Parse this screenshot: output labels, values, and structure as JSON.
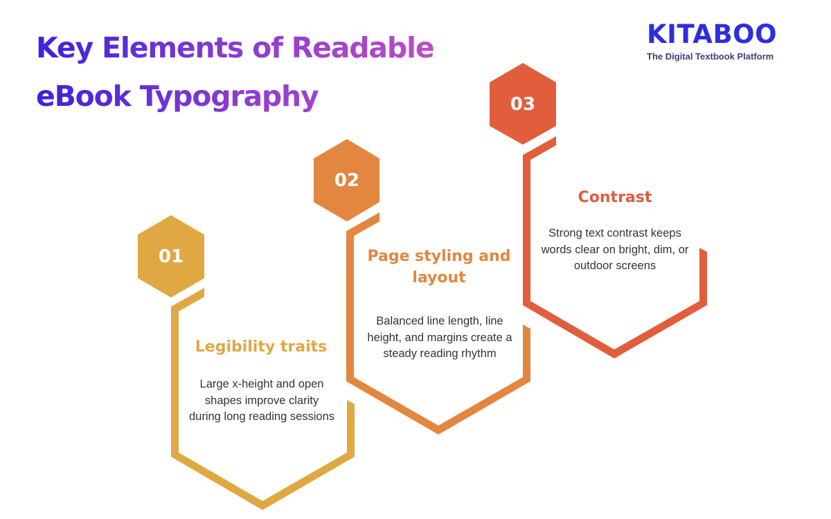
{
  "title": {
    "line1": "Key Elements of Readable",
    "line2": "eBook Typography",
    "gradient": [
      "#3a22e0",
      "#c850c8"
    ]
  },
  "logo": {
    "name": "KITABOO",
    "tagline": "The Digital Textbook Platform",
    "color": "#2d2ee0"
  },
  "steps": [
    {
      "number": "01",
      "heading": "Legibility traits",
      "body": "Large x-height and open shapes improve clarity during long reading sessions",
      "color": "#e0a843"
    },
    {
      "number": "02",
      "heading": "Page styling and layout",
      "body": "Balanced line length, line height, and margins create a steady reading rhythm",
      "color": "#e38640"
    },
    {
      "number": "03",
      "heading": "Contrast",
      "body": "Strong text contrast keeps words clear on bright, dim, or outdoor screens",
      "color": "#e05e3c"
    }
  ]
}
